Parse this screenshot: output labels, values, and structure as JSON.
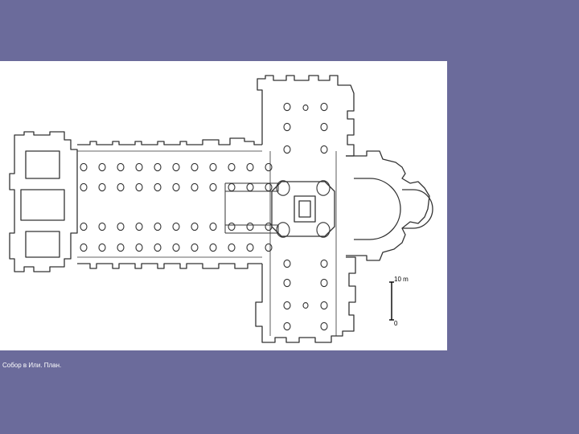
{
  "slide": {
    "background": "#6b6b9b",
    "caption": "Собор в Или. План."
  },
  "plan": {
    "line_color": "#333333",
    "fill_color": "#ffffff",
    "scale_top_label": "10 m",
    "scale_bottom_label": "0"
  }
}
